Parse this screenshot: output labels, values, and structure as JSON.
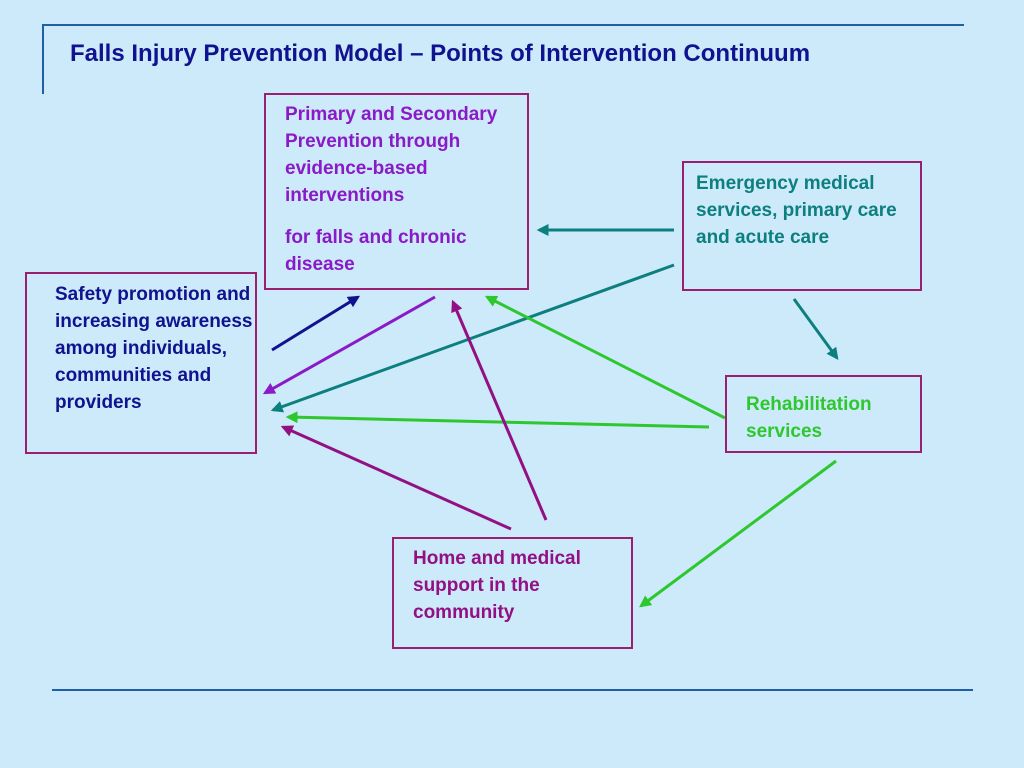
{
  "title": "Falls Injury Prevention Model – Points of Intervention Continuum",
  "boxes": {
    "primary": {
      "line1": "Primary and Secondary Prevention through evidence-based interventions",
      "line2": "for falls and chronic disease",
      "color": "#8a1ac8"
    },
    "emergency": {
      "text": "Emergency medical services, primary care and acute care",
      "color": "#0c7f7e"
    },
    "safety": {
      "text": "Safety promotion and increasing awareness among individuals, communities and providers",
      "color": "#10128f"
    },
    "rehab": {
      "text": "Rehabilitation services",
      "color": "#2ec72e"
    },
    "home": {
      "text": "Home and medical support in the community",
      "color": "#930f84"
    }
  },
  "colors": {
    "background": "#cceafa",
    "box_border": "#9b1f6e",
    "rules": "#1f5fa8"
  },
  "connections": [
    {
      "from": "safety",
      "to": "primary",
      "color": "#10128f"
    },
    {
      "from": "primary",
      "to": "safety",
      "color": "#8a1ac8"
    },
    {
      "from": "emergency",
      "to": "primary",
      "color": "#0c7f7e"
    },
    {
      "from": "emergency",
      "to": "safety",
      "color": "#0c7f7e"
    },
    {
      "from": "emergency",
      "to": "rehab",
      "color": "#0c7f7e"
    },
    {
      "from": "rehab",
      "to": "primary",
      "color": "#2ec72e"
    },
    {
      "from": "rehab",
      "to": "safety",
      "color": "#2ec72e"
    },
    {
      "from": "rehab",
      "to": "home",
      "color": "#2ec72e"
    },
    {
      "from": "home",
      "to": "primary",
      "color": "#930f84"
    },
    {
      "from": "home",
      "to": "safety",
      "color": "#930f84"
    }
  ]
}
